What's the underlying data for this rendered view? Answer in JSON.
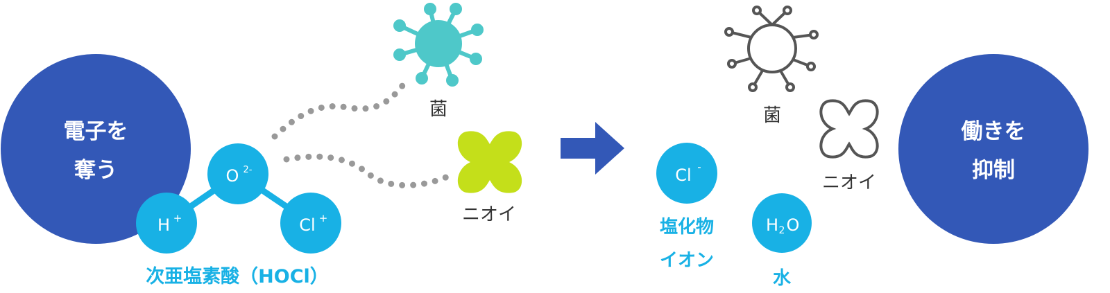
{
  "left_circle": {
    "line1": "電子を",
    "line2": "奪う",
    "color": "#3358b7"
  },
  "right_circle": {
    "line1": "働きを",
    "line2": "抑制",
    "color": "#3358b7"
  },
  "molecule": {
    "o": {
      "symbol": "O",
      "charge": "2-"
    },
    "h": {
      "symbol": "H",
      "charge": "+"
    },
    "cl": {
      "symbol": "Cl",
      "charge": "+"
    },
    "label": "次亜塩素酸（HOCl）",
    "color": "#18b1e5"
  },
  "targets": {
    "bacteria_label": "菌",
    "odor_label": "ニオイ",
    "bacteria_color": "#4ec8c9",
    "odor_color": "#c4df1a"
  },
  "results": {
    "bacteria_label": "菌",
    "odor_label": "ニオイ",
    "chloride": {
      "symbol": "Cl",
      "charge": "-",
      "label_line1": "塩化物",
      "label_line2": "イオン"
    },
    "water": {
      "symbol_h": "H",
      "subscript": "2",
      "symbol_o": "O",
      "label": "水"
    }
  },
  "arrow_color": "#3358b7"
}
